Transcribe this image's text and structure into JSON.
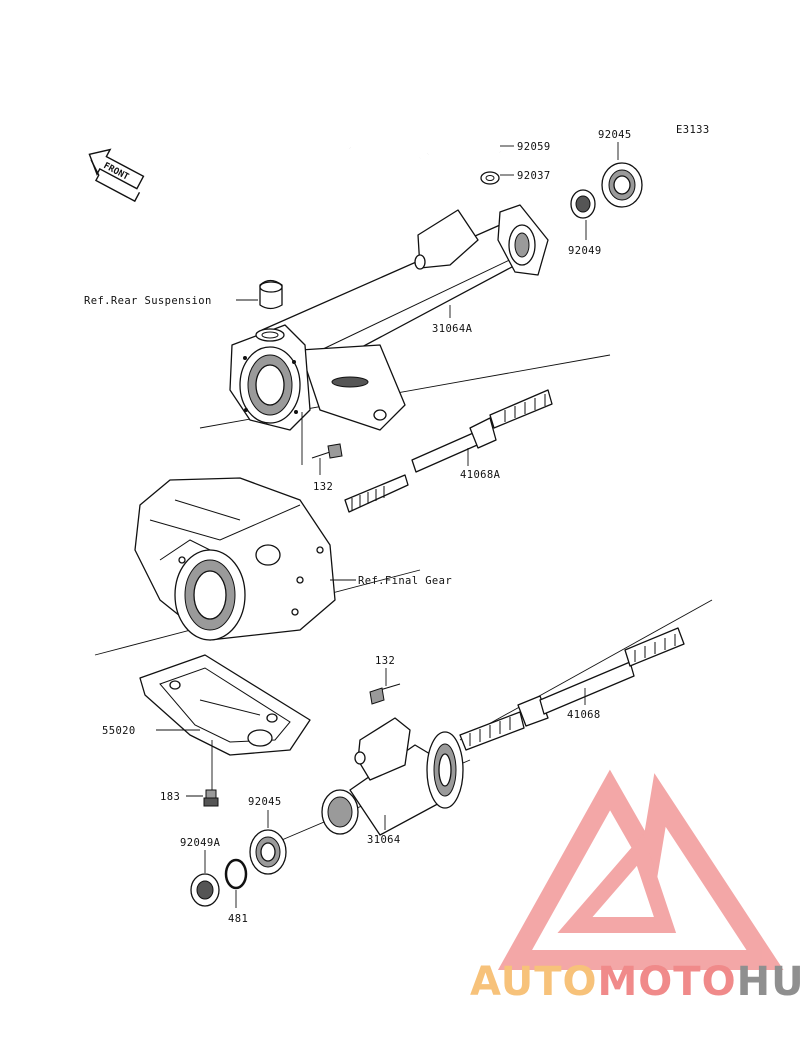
{
  "diagram": {
    "code": "E3133",
    "front_label": "FRONT",
    "labels": {
      "p92059": "92059",
      "p92037": "92037",
      "p92045_top": "92045",
      "p92049_top": "92049",
      "ref_suspension": "Ref.Rear Suspension",
      "p31064A": "31064A",
      "p132_top": "132",
      "p41068A": "41068A",
      "ref_final_gear": "Ref.Final Gear",
      "p132_bottom": "132",
      "p41068": "41068",
      "p55020": "55020",
      "p183": "183",
      "p92045_bottom": "92045",
      "p31064": "31064",
      "p92049A": "92049A",
      "p481": "481"
    }
  },
  "watermark": {
    "part1": "AUTO",
    "part2": "MOTO",
    "part3": "HUB",
    "colors": {
      "auto": "#f7c27a",
      "moto": "#f08a8a",
      "hub": "#8f8f8f",
      "logo": "#f08a8a"
    }
  }
}
